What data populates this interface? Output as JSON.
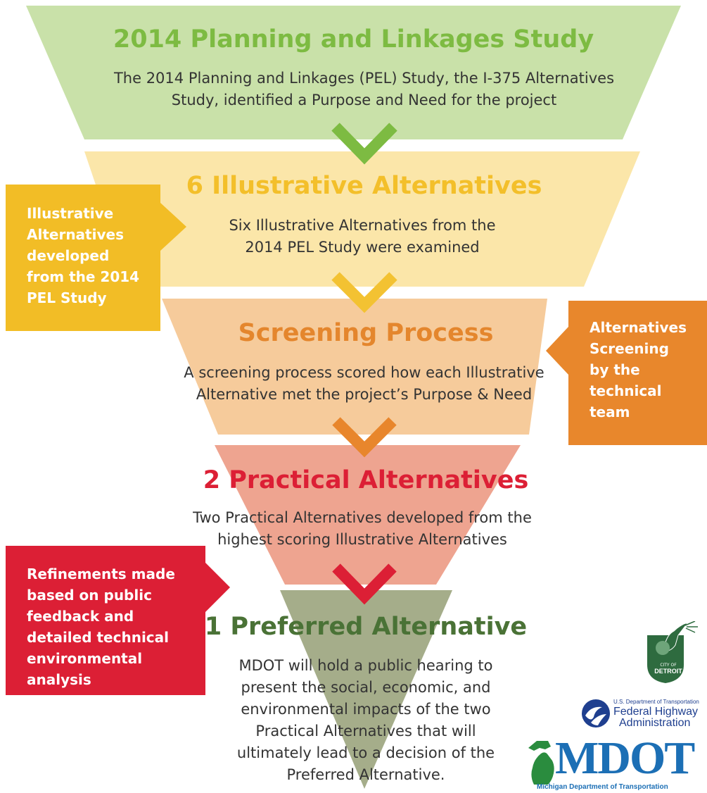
{
  "stages": [
    {
      "title": "2014 Planning and Linkages Study",
      "lines": [
        "The 2014 Planning and Linkages (PEL) Study, the I-375 Alternatives",
        "Study, identified a Purpose and Need for the project"
      ],
      "color": "#c9e1a9",
      "title_color": "#7dbb42"
    },
    {
      "title": "6 Illustrative Alternatives",
      "lines": [
        "Six Illustrative Alternatives from the",
        "2014 PEL Study were examined"
      ],
      "color": "#fbe6a9",
      "title_color": "#f3bf2a"
    },
    {
      "title": "Screening Process",
      "lines": [
        "A screening process scored how each Illustrative",
        "Alternative met the project’s Purpose & Need"
      ],
      "color": "#f6cb9b",
      "title_color": "#e4862d"
    },
    {
      "title": "2 Practical Alternatives",
      "lines": [
        "Two Practical Alternatives developed from the",
        "highest scoring Illustrative Alternatives"
      ],
      "color": "#eea490",
      "title_color": "#dc1f35"
    },
    {
      "title": "1 Preferred Alternative",
      "lines": [
        "MDOT will hold a public hearing to",
        "present the social, economic, and",
        "environmental impacts of the two",
        "Practical Alternatives that will",
        "ultimately lead to a decision of the",
        "Preferred Alternative."
      ],
      "color": "#a5ad8a",
      "title_color": "#4a7236"
    }
  ],
  "side_notes": [
    {
      "lines": [
        "Illustrative",
        "Alternatives",
        "developed",
        "from the 2014",
        "PEL Study"
      ],
      "color": "#f2bd26"
    },
    {
      "lines": [
        "Alternatives",
        "Screening",
        "by the",
        "technical",
        "team"
      ],
      "color": "#e8872c"
    },
    {
      "lines": [
        "Refinements made",
        "based on public",
        "feedback and",
        "detailed technical",
        "environmental",
        "analysis"
      ],
      "color": "#dc1f35"
    }
  ],
  "chevron_colors": [
    "#7dbb42",
    "#f3c232",
    "#e8862c",
    "#dc1f35"
  ],
  "logos": {
    "detroit": {
      "line1": "CITY OF",
      "line2": "DETROIT"
    },
    "fhwa": {
      "line1": "U.S. Department of Transportation",
      "line2": "Federal Highway",
      "line3": "Administration"
    },
    "mdot": {
      "name": "MDOT",
      "sub": "Michigan Department of Transportation"
    }
  }
}
